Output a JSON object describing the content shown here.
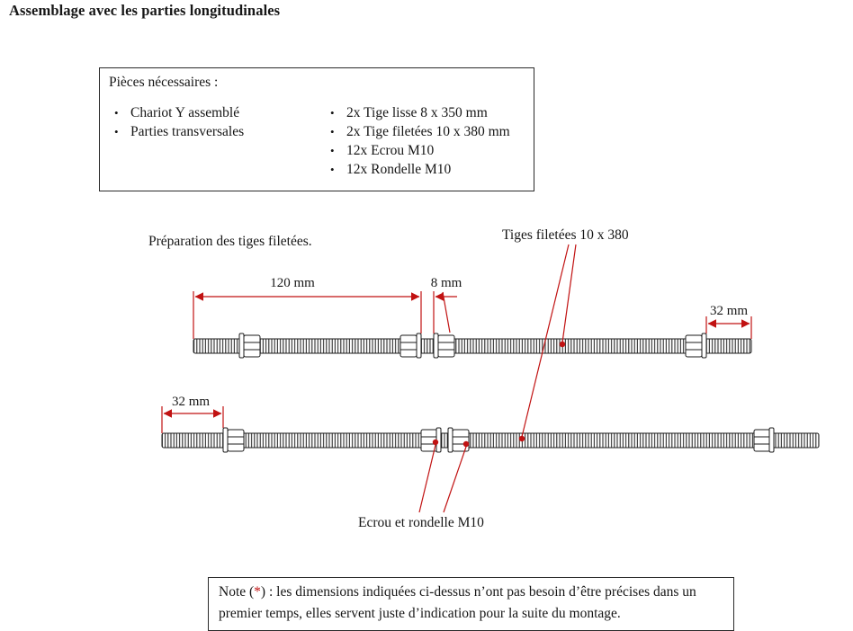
{
  "page": {
    "title": "Assemblage avec les parties longitudinales"
  },
  "parts_box": {
    "heading": "Pièces nécessaires :",
    "left_items": [
      "Chariot Y assemblé",
      "Parties transversales"
    ],
    "right_items": [
      "2x Tige lisse 8 x 350 mm",
      "2x Tige filetées 10 x 380 mm",
      "12x Ecrou M10",
      "12x Rondelle M10"
    ]
  },
  "diagram": {
    "caption": "Préparation des tiges filetées.",
    "labels": {
      "threaded_rods": "Tiges filetées 10 x 380",
      "nut_washer": "Ecrou et rondelle M10"
    },
    "dimensions": {
      "d120": "120 mm",
      "d8": "8 mm",
      "d32_top": "32 mm",
      "d32_bottom": "32 mm"
    },
    "accent_color": "#c11212"
  },
  "note": {
    "before": "Note (",
    "star": "*",
    "after": ") : les dimensions indiquées ci-dessus n’ont pas besoin d’être précises dans un premier temps, elles servent juste d’indication pour la suite du montage."
  }
}
